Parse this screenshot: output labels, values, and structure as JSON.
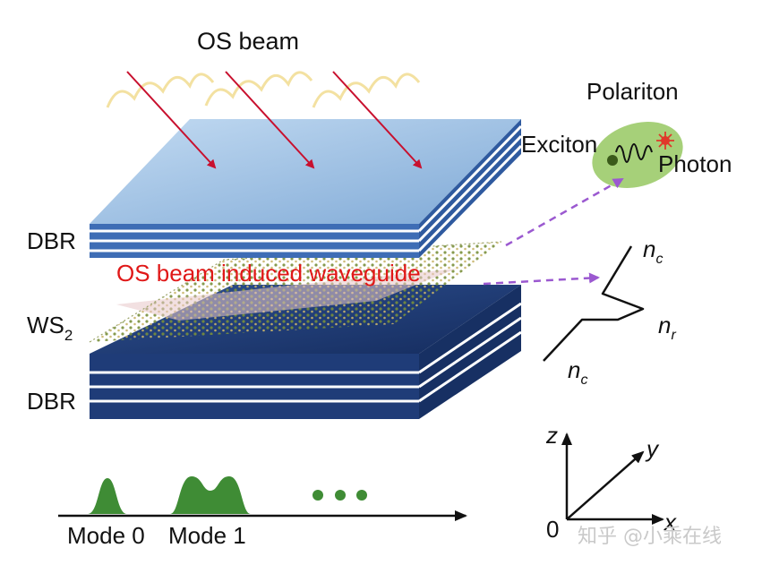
{
  "labels": {
    "os_beam": "OS beam",
    "polariton": "Polariton",
    "exciton": "Exciton",
    "photon": "Photon",
    "dbr_top": "DBR",
    "dbr_bottom": "DBR",
    "waveguide": "OS beam induced waveguide",
    "ws2_main": "WS",
    "ws2_sub": "2",
    "nc_top": "n",
    "nc_top_sub": "c",
    "nr": "n",
    "nr_sub": "r",
    "nc_bottom": "n",
    "nc_bottom_sub": "c",
    "mode0": "Mode 0",
    "mode1": "Mode 1",
    "axis_z": "z",
    "axis_y": "y",
    "axis_x": "x",
    "origin": "0",
    "watermark": "知乎 @小乘在线"
  },
  "colors": {
    "dbr_top": "#9ec3e6",
    "dbr_bottom": "#1f3c78",
    "stripe": "#2a5cab",
    "arrow_red": "#c8102e",
    "wave_yellow": "#f0d98a",
    "mode_green": "#3f8c35",
    "polariton_fill": "#9ccb6a",
    "dashed_purple": "#9b59d0",
    "waveguide_text": "#e01818"
  }
}
